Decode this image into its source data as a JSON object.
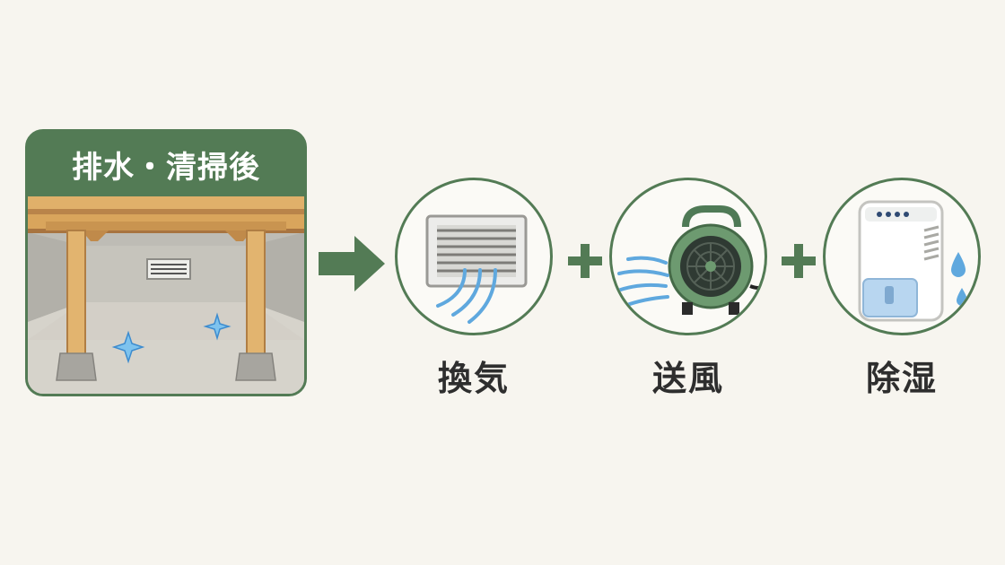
{
  "scene": {
    "title": "排水・清掃後"
  },
  "steps": [
    {
      "label": "換気",
      "icon": "vent-icon"
    },
    {
      "label": "送風",
      "icon": "fan-icon"
    },
    {
      "label": "除湿",
      "icon": "dehumidifier-icon"
    }
  ],
  "operators": [
    "+",
    "+"
  ],
  "colors": {
    "accent_green": "#537b55",
    "background": "#f7f5ef",
    "air_blue": "#5fa8de",
    "wood": "#d9a55c",
    "label_text": "#2e2e2e"
  }
}
